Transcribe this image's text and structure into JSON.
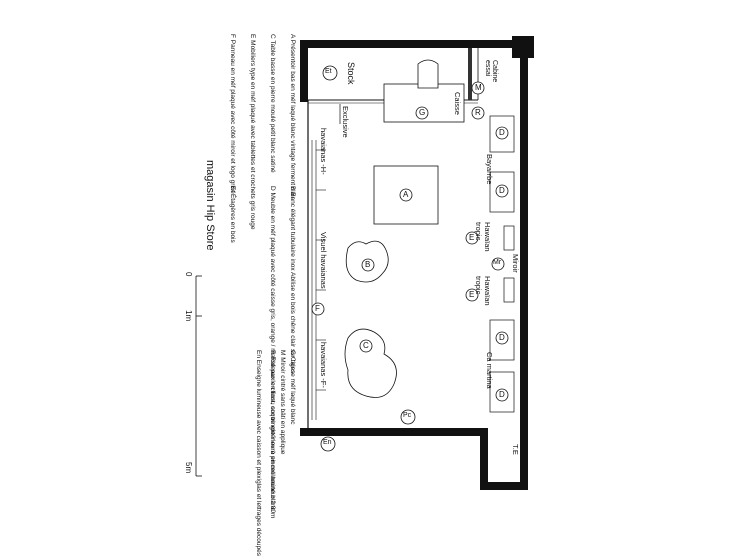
{
  "title": "magasin Hip Store",
  "scale": {
    "zero": "0",
    "one": "1m",
    "five": "5m"
  },
  "legend": [
    {
      "key": "A",
      "text": "Présentoir bas en méf laqué blanc vintage ferment clair"
    },
    {
      "key": "B",
      "text": "Banc élégant tubulaire inox Abilise en bois chêne clair sur tiges"
    },
    {
      "key": "C",
      "text": "Table basse en pierre moulé petit blanc satiné"
    },
    {
      "key": "D",
      "text": "Meuble en méf plaqué avec côté caisse gris, orange / réalisé par le client, coque extérieure en mélaminé blanc"
    },
    {
      "key": "E",
      "text": "Mobiliers type en méf plaqué avec tablettes et crochets gris rouge"
    },
    {
      "key": "F",
      "text": "Panneau en méf plaqué avec côté miroir et logo grisé"
    },
    {
      "key": "G",
      "text": "Caisse méf laqué blanc"
    },
    {
      "key": "M",
      "text": "Miroir cintré sans bâti en applique"
    },
    {
      "key": "R",
      "text": "Rideaux en tissu sur tringle inox à pinces hauteur 2.80m"
    },
    {
      "key": "Et",
      "text": "Étagères en bois"
    },
    {
      "key": "En",
      "text": "Enseigne lumineuse avec caisson et plexiglas et lettrages découpés"
    }
  ],
  "rooms": {
    "stock": "Stock",
    "cabine": "Cabine essai",
    "caisse": "Caisse",
    "exclusive": "Exclusive",
    "bayarrbe": "Bayarrbe",
    "hawaiian1": "Hawaïan tropic",
    "hawaiian2": "Hawaïan tropic",
    "miroir": "Miroir",
    "ca_martina": "Ca martina",
    "te": "T.E",
    "havaianas_top": "havaianas -H-",
    "visuel": "Visuel havaianas",
    "havaianas_bottom": "havaianas -F-"
  },
  "markers": {
    "A": "A",
    "B": "B",
    "C": "C",
    "D": "D",
    "E": "E",
    "F": "F",
    "G": "G",
    "M": "M",
    "R": "R",
    "Mr": "Mr",
    "Et": "Et",
    "En": "En",
    "Pc": "Pc"
  }
}
